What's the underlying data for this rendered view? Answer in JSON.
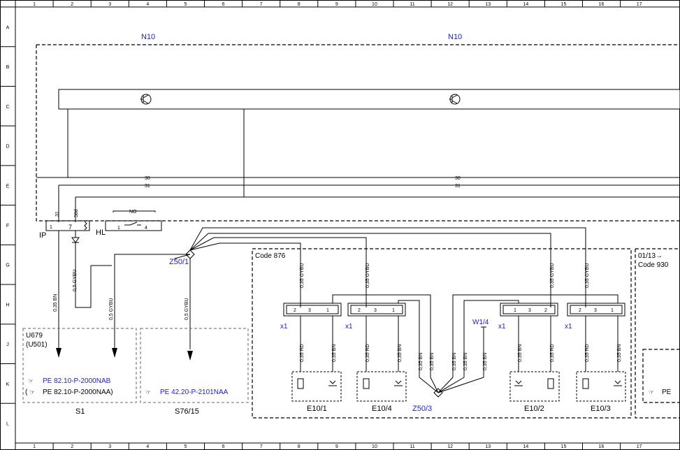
{
  "grid": {
    "columns": [
      "1",
      "2",
      "3",
      "4",
      "5",
      "6",
      "7",
      "8",
      "9",
      "10",
      "11",
      "12",
      "13",
      "14",
      "15",
      "16",
      "17"
    ],
    "rows": [
      "A",
      "B",
      "C",
      "D",
      "E",
      "F",
      "G",
      "H",
      "J",
      "K",
      "L"
    ]
  },
  "module": {
    "label_left": "N10",
    "label_right": "N10"
  },
  "buses": {
    "w30": "30",
    "w31": "31"
  },
  "ip": {
    "label": "IP",
    "pin1": "1",
    "pin7": "7",
    "pin31": "31",
    "pin58d": "58d"
  },
  "hl": {
    "label": "HL",
    "pin1": "1",
    "pin4": "4",
    "no": "NO"
  },
  "connectors": {
    "z50_1": "Z50/1",
    "z50_3": "Z50/3",
    "w1_4": "W1/4"
  },
  "codes": {
    "code876": "Code 876",
    "date_code": "01/13→",
    "code930": "Code 930"
  },
  "wires": {
    "bn035": "0,35 BN",
    "gybu05": "0,5 GYBU",
    "gybu035": "0,35 GYBU",
    "rd035": "0,35 RD"
  },
  "x1": "x1",
  "pins": {
    "p1": "1",
    "p2": "2",
    "p3": "3"
  },
  "box_s1": {
    "code1": "U679",
    "code2": "(U501)",
    "ref1": "PE 82.10-P-2000NAB",
    "ref2_prefix": "(",
    "ref2": "PE 82.10-P-2000NAA)",
    "label": "S1"
  },
  "box_s76": {
    "ref": "PE 42.20-P-2101NAA",
    "label": "S76/15"
  },
  "box_right": {
    "ref": "PE"
  },
  "components": {
    "e10_1": "E10/1",
    "e10_4": "E10/4",
    "e10_2": "E10/2",
    "e10_3": "E10/3"
  }
}
